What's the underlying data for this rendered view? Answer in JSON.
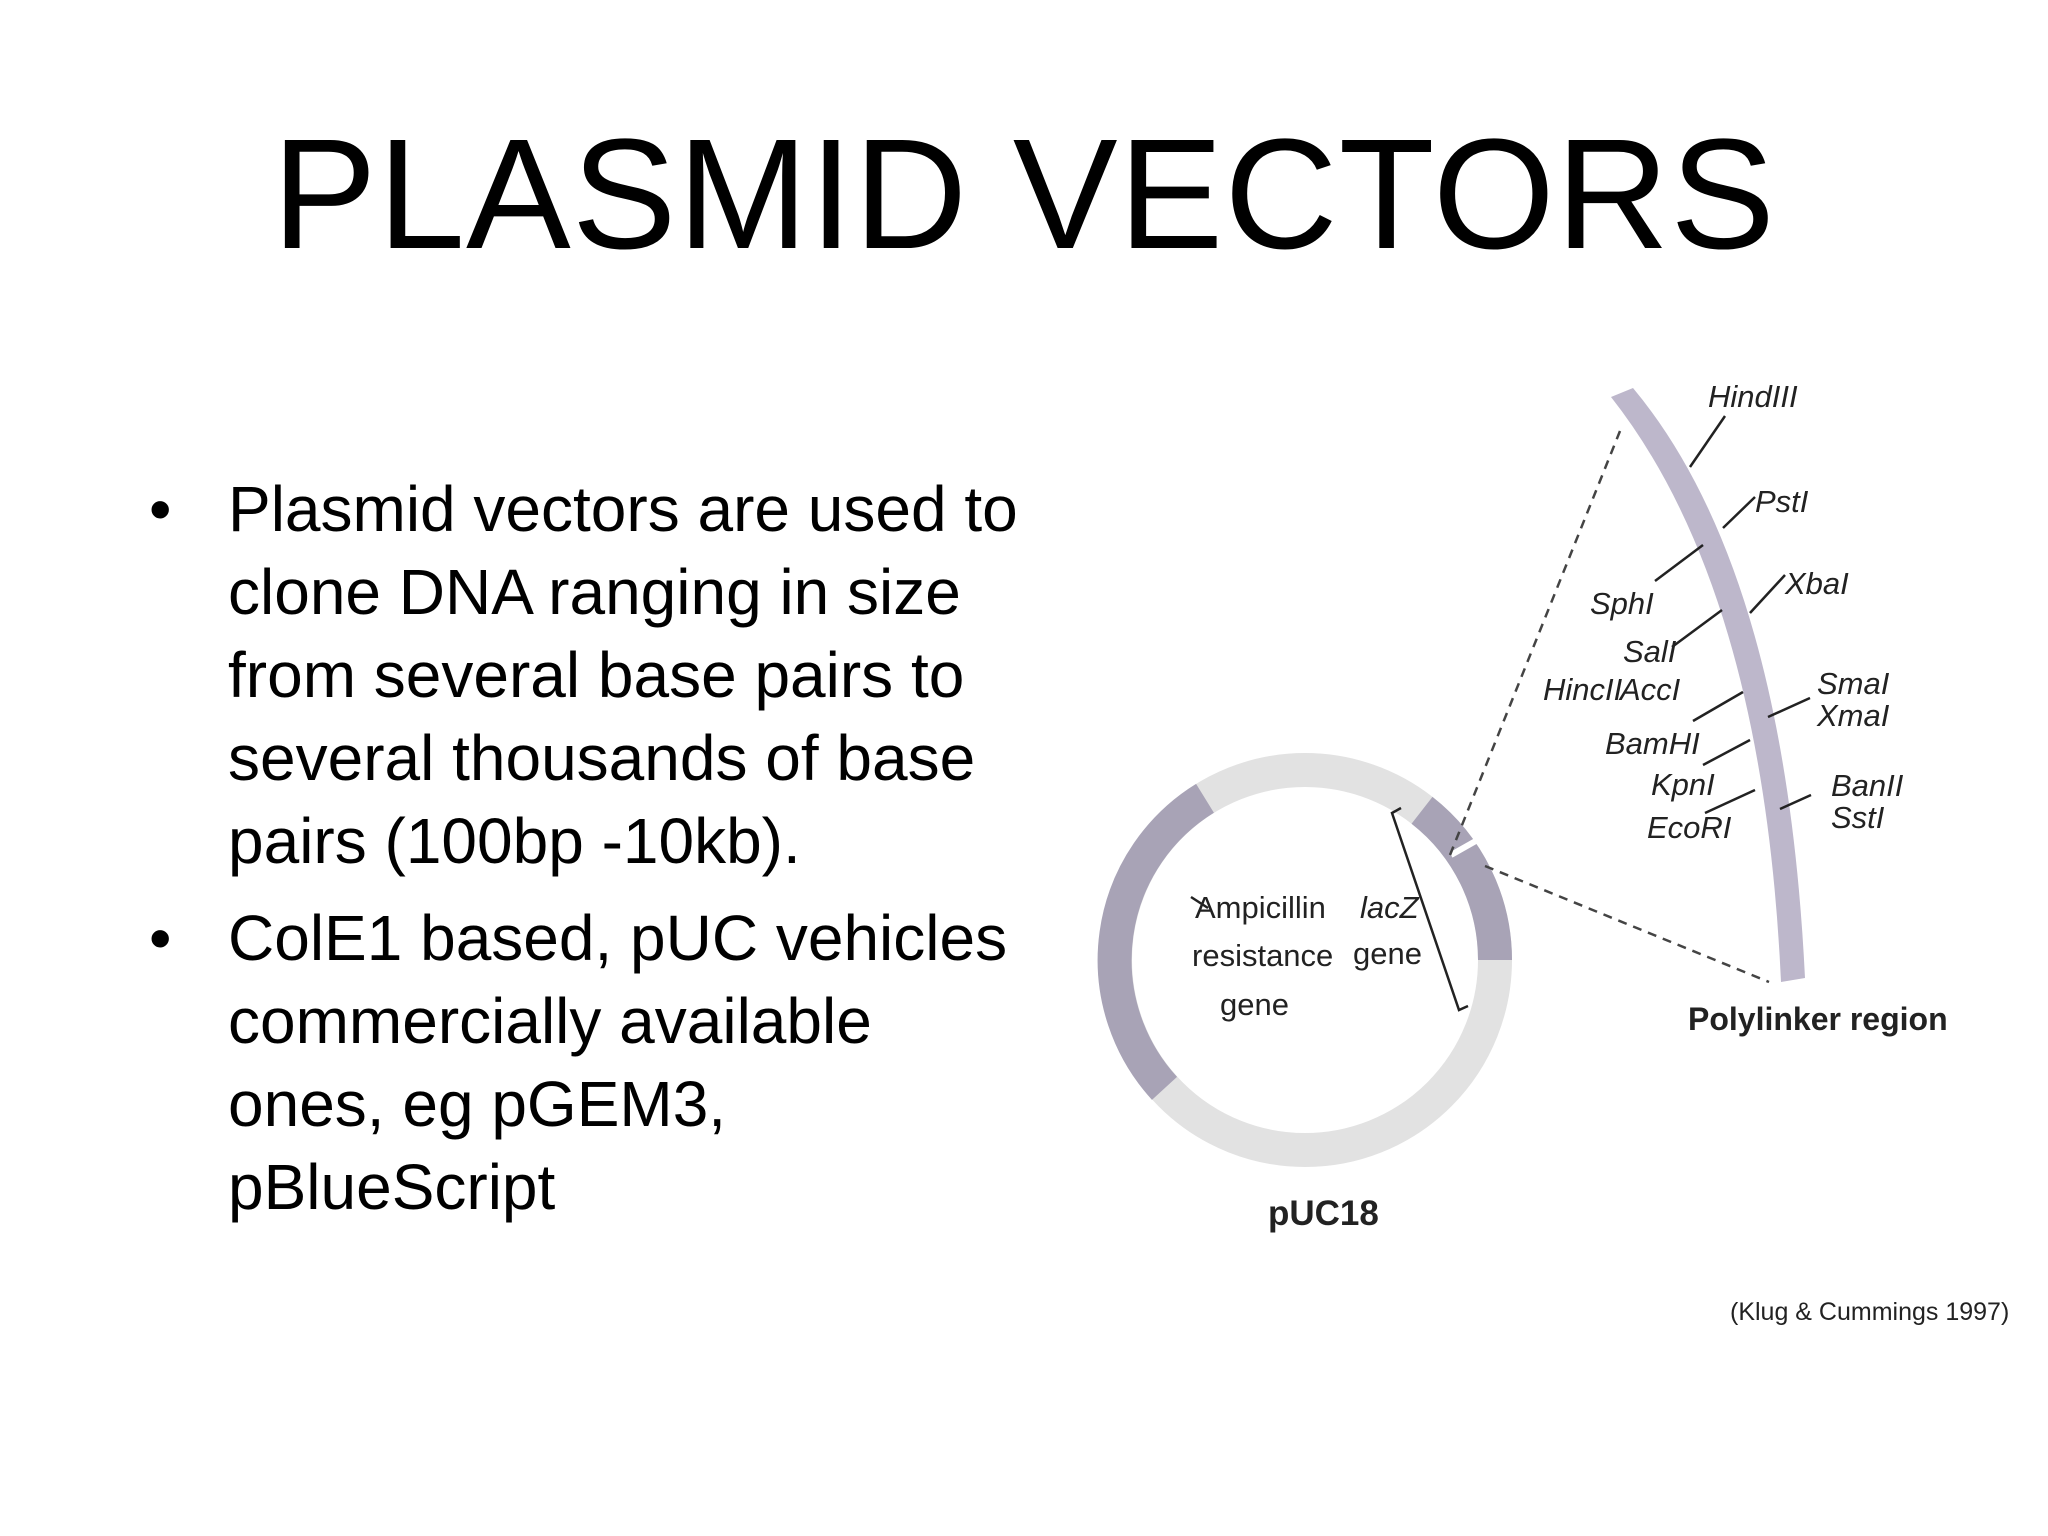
{
  "slide": {
    "title": "PLASMID VECTORS",
    "bullets": [
      {
        "mark": "•",
        "lines": [
          "Plasmid vectors are used to",
          "clone DNA ranging in size",
          "from several base pairs to",
          "several thousands of base",
          "pairs (100bp -10kb)."
        ]
      },
      {
        "mark": "•",
        "lines": [
          "ColE1 based, pUC vehicles",
          "commercially available",
          "ones, eg pGEM3,",
          "pBlueScript"
        ]
      }
    ]
  },
  "figure": {
    "plasmid_name": "pUC18",
    "amp_label": [
      "Ampicillin",
      "resistance",
      "gene"
    ],
    "lacz_label": [
      "lacZ",
      "gene"
    ],
    "polylinker_label": "Polylinker region",
    "citation": "(Klug & Cummings 1997)",
    "sites": {
      "hindiii": "HindIII",
      "psti": "PstI",
      "xbai": "XbaI",
      "sphi": "SphI",
      "sali": "SalI",
      "hincii": "HincII",
      "acci": "AccI",
      "smai": "SmaI",
      "xmai": "XmaI",
      "bamhi": "BamHI",
      "kpni": "KpnI",
      "banii": "BanII",
      "ecori": "EcoRI",
      "ssti": "SstI"
    },
    "colors": {
      "ring": "#e2e2e2",
      "highlight": "#a8a3b6",
      "polylinker": "#bdb7cb",
      "ink": "#222222"
    }
  }
}
